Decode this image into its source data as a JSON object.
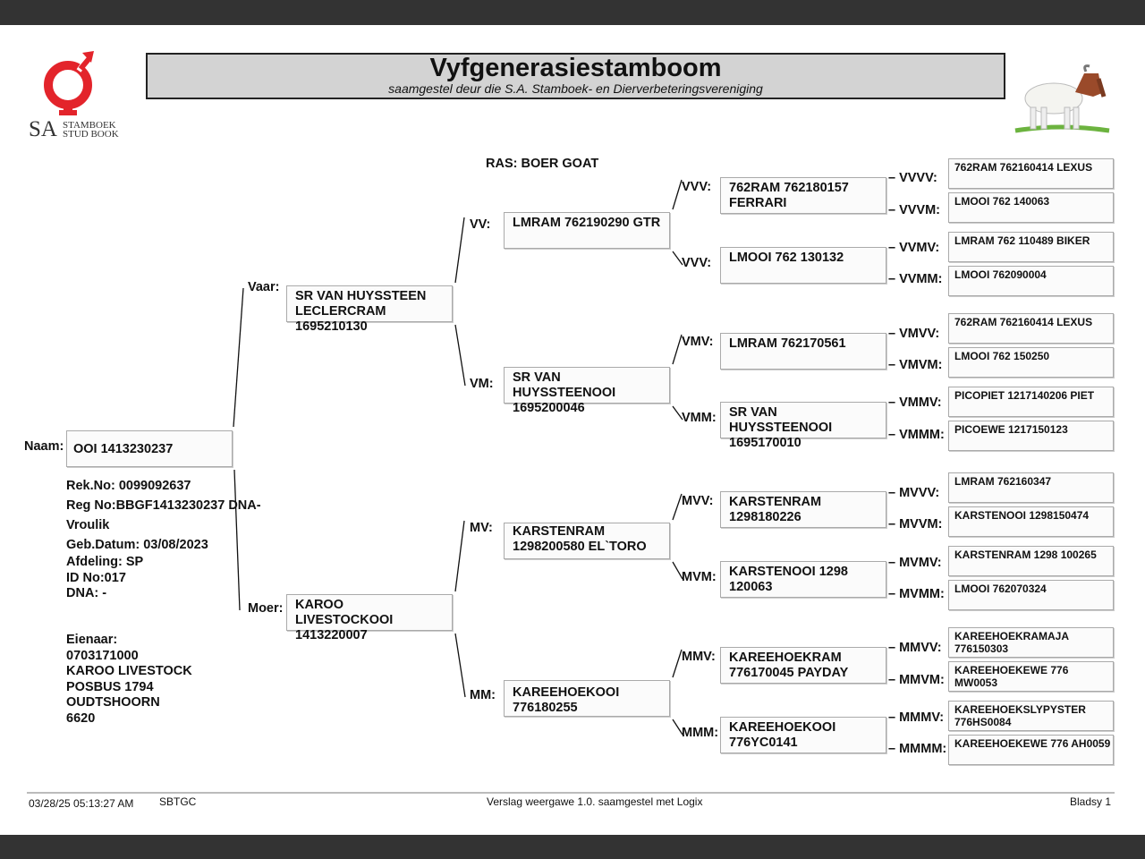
{
  "header": {
    "title": "Vyfgenerasiestamboom",
    "subtitle": "saamgestel deur die S.A. Stamboek- en Dierverbeteringsvereniging",
    "logo_text": "SA STAMBOEK STUD BOOK",
    "logo_sa": "SA",
    "logo_line1": "STAMBOEK",
    "logo_line2": "STUD BOOK"
  },
  "breed": "RAS: BOER GOAT",
  "animal": {
    "label": "Naam:",
    "name": "OOI 1413230237",
    "rek_no": "Rek.No: 0099092637",
    "reg_no": "Reg No:BBGF1413230237 DNA-",
    "sex": "Vroulik",
    "birth": "Geb.Datum: 03/08/2023",
    "division": "Afdeling: SP",
    "id_no": "ID No:017",
    "dna": "DNA: -",
    "owner_label": "Eienaar:",
    "owner_lines": [
      "0703171000",
      "KAROO LIVESTOCK",
      "POSBUS 1794",
      "OUDTSHOORN",
      "6620"
    ]
  },
  "pedigree": {
    "V": {
      "label": "Vaar:",
      "name": "SR VAN HUYSSTEEN\nLECLERCRAM\n1695210130"
    },
    "M": {
      "label": "Moer:",
      "name": "KAROO\nLIVESTOCKOOI\n1413220007"
    },
    "VV": {
      "label": "VV:",
      "name": "LMRAM 762190290 GTR"
    },
    "VM": {
      "label": "VM:",
      "name": "SR VAN\nHUYSSTEENOOI\n1695200046"
    },
    "MV": {
      "label": "MV:",
      "name": "KARSTENRAM\n1298200580 EL`TORO"
    },
    "MM": {
      "label": "MM:",
      "name": "KAREEHOEKOOI\n776180255"
    },
    "VVV": {
      "label": "VVV:",
      "name": "762RAM 762180157\nFERRARI"
    },
    "VVM": {
      "label": "VVV:",
      "name": "LMOOI 762 130132"
    },
    "VMV": {
      "label": "VMV:",
      "name": "LMRAM 762170561"
    },
    "VMM": {
      "label": "VMM:",
      "name": "SR VAN\nHUYSSTEENOOI\n1695170010"
    },
    "MVV": {
      "label": "MVV:",
      "name": "KARSTENRAM\n1298180226"
    },
    "MVM": {
      "label": "MVM:",
      "name": "KARSTENOOI 1298\n120063"
    },
    "MMV": {
      "label": "MMV:",
      "name": "KAREEHOEKRAM\n776170045 PAYDAY"
    },
    "MMM": {
      "label": "MMM:",
      "name": "KAREEHOEKOOI\n776YC0141"
    },
    "VVVV": {
      "label": "– VVVV:",
      "name": "762RAM 762160414 LEXUS"
    },
    "VVVM": {
      "label": "– VVVM:",
      "name": "LMOOI 762 140063"
    },
    "VVMV": {
      "label": "– VVMV:",
      "name": "LMRAM 762 110489 BIKER"
    },
    "VVMM": {
      "label": "– VVMM:",
      "name": "LMOOI 762090004"
    },
    "VMVV": {
      "label": "– VMVV:",
      "name": "762RAM 762160414 LEXUS"
    },
    "VMVM": {
      "label": "– VMVM:",
      "name": "LMOOI 762 150250"
    },
    "VMMV": {
      "label": "– VMMV:",
      "name": "PICOPIET 1217140206 PIET"
    },
    "VMMM": {
      "label": "– VMMM:",
      "name": "PICOEWE 1217150123"
    },
    "MVVV": {
      "label": "– MVVV:",
      "name": "LMRAM 762160347"
    },
    "MVVM": {
      "label": "– MVVM:",
      "name": "KARSTENOOI 1298150474"
    },
    "MVMV": {
      "label": "– MVMV:",
      "name": "KARSTENRAM 1298 100265"
    },
    "MVMM": {
      "label": "– MVMM:",
      "name": "LMOOI 762070324"
    },
    "MMVV": {
      "label": "– MMVV:",
      "name": "KAREEHOEKRAMAJA\n776150303"
    },
    "MMVM": {
      "label": "– MMVM:",
      "name": "KAREEHOEKEWE 776\nMW0053"
    },
    "MMMV": {
      "label": "– MMMV:",
      "name": "KAREEHOEKSLYPYSTER\n776HS0084"
    },
    "MMMM": {
      "label": "– MMMM:",
      "name": "KAREEHOEKEWE 776 AH0059"
    }
  },
  "footer": {
    "timestamp": "03/28/25 05:13:27 AM",
    "code": "SBTGC",
    "version": "Verslag weergawe 1.0. saamgestel met Logix",
    "page": "Bladsy 1"
  },
  "colors": {
    "logo_red": "#e3242b",
    "header_bg": "#d3d3d3"
  }
}
